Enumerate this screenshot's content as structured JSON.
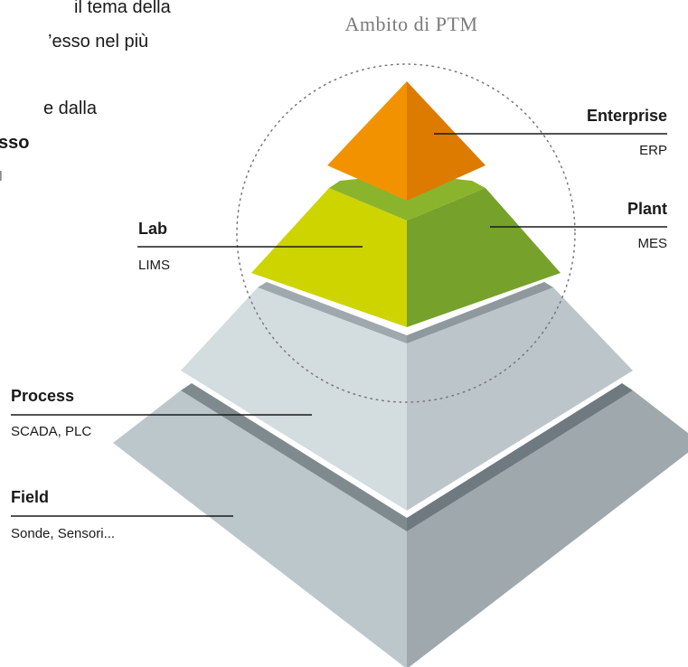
{
  "intro_text": {
    "line1": "il tema della",
    "line2": "’esso nel più",
    "line3": "e    dalla",
    "line4": "sso",
    "line5": "ı"
  },
  "diagram": {
    "title": "Ambito di PTM",
    "levels": [
      {
        "name": "Enterprise",
        "desc": "ERP",
        "color": "#f39200"
      },
      {
        "name": "Plant",
        "desc": "MES",
        "color": "#76a12a"
      },
      {
        "name": "Lab",
        "desc": "LIMS",
        "color": "#cdd400"
      },
      {
        "name": "Process",
        "desc": "SCADA, PLC",
        "color": "#d5dee2"
      },
      {
        "name": "Field",
        "desc": "Sonde, Sensori...",
        "color": "#bcc7cc"
      }
    ]
  }
}
